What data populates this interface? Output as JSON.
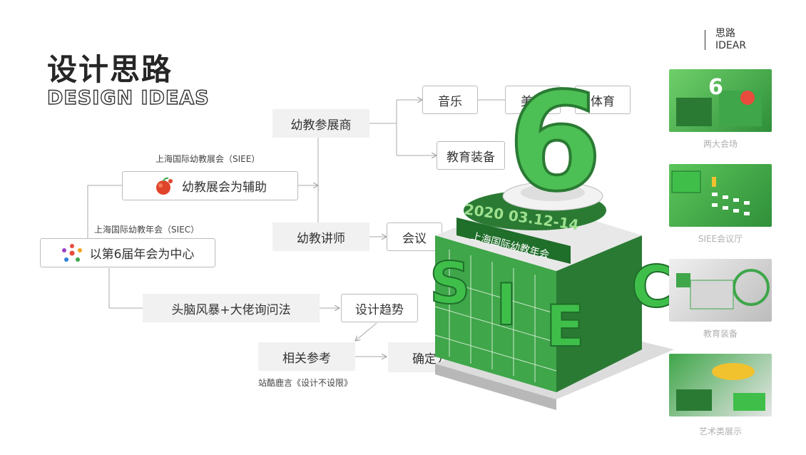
{
  "header": {
    "title_cn": "设计思路",
    "title_en": "DESIGN IDEAS",
    "corner_label_cn": "思路",
    "corner_label_en": "IDEAR"
  },
  "mindmap": {
    "siee_caption": "上海国际幼教展会（SIEE）",
    "siee_box": "幼教展会为辅助",
    "siec_caption": "上海国际幼教年会（SIEC）",
    "siec_box": "以第6届年会为中心",
    "exhibitor": "幼教参展商",
    "music": "音乐",
    "art": "美术",
    "sports": "体育",
    "equipment": "教育装备",
    "lecturer": "幼教讲师",
    "meeting": "会议",
    "brainstorm": "头脑风暴+大佬询问法",
    "design_trend": "设计趋势",
    "reference": "相关参考",
    "reference_source": "站酷鹿言《设计不设限》",
    "final_plan": "确定方案"
  },
  "building": {
    "big_number": "6",
    "date_text": "2020 03.12-14",
    "sign_text": "上海国际幼教年会",
    "letters": [
      "S",
      "I",
      "E",
      "C"
    ]
  },
  "thumbnails": [
    {
      "caption": "两大会场"
    },
    {
      "caption": "SIEE会议厅"
    },
    {
      "caption": "教育装备"
    },
    {
      "caption": "艺术类展示"
    }
  ],
  "colors": {
    "green": "#3fa64a",
    "dark_green": "#2a7a33",
    "light_green": "#7ccf74"
  }
}
